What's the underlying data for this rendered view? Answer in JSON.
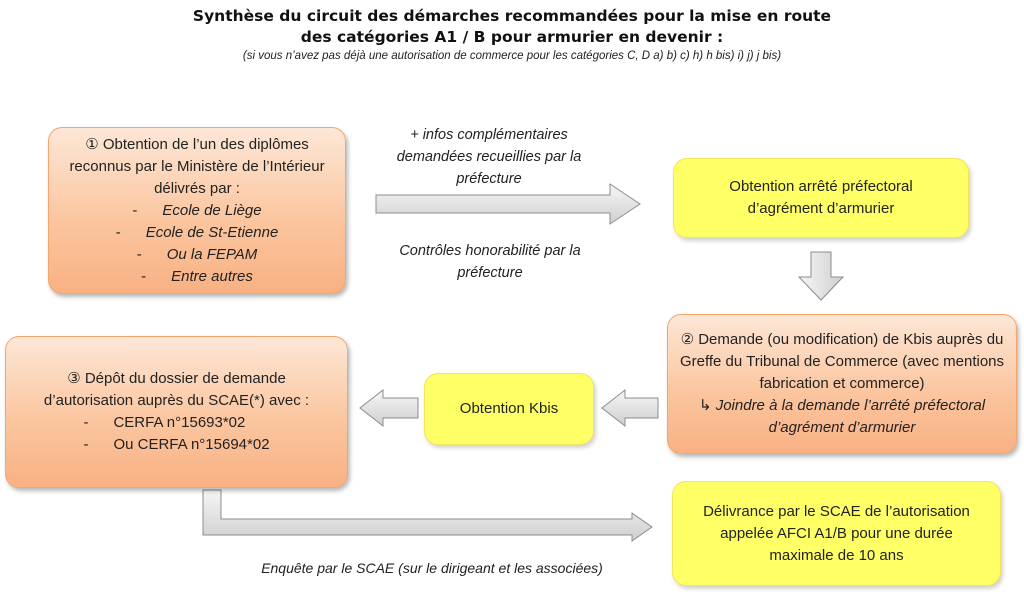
{
  "title": {
    "line1": "Synthèse du circuit des démarches recommandées pour la mise en route",
    "line2": "des catégories A1 / B pour armurier en devenir :",
    "note": "(si vous n’avez pas déjà une autorisation de commerce pour les catégories C, D a) b) c) h) h bis) i) j) j bis)"
  },
  "step1": {
    "heading": "① Obtention de l’un des diplômes reconnus par le Ministère de l’Intérieur délivrés par :",
    "bullet_marker": "-",
    "items": [
      "Ecole de Liège",
      "Ecole de St-Etienne",
      "Ou la FEPAM",
      "Entre autres"
    ]
  },
  "arrow1": {
    "label_above": "+ infos complémentaires demandées recueillies par la préfecture",
    "label_below": "Contrôles honorabilité par la préfecture"
  },
  "arrete": {
    "label": "Obtention arrêté préfectoral d’agrément d’armurier"
  },
  "step2": {
    "heading": "② Demande (ou modification) de Kbis auprès du Greffe du Tribunal de Commerce (avec mentions fabrication et commerce)",
    "note_icon": "↳",
    "note": "Joindre à la demande l’arrêté préfectoral d’agrément d’armurier"
  },
  "kbis": {
    "label": "Obtention Kbis"
  },
  "step3": {
    "heading": "③ Dépôt du dossier de demande d’autorisation auprès du SCAE(*) avec :",
    "bullet_marker": "-",
    "items": [
      "CERFA n°15693*02",
      "Ou CERFA n°15694*02"
    ]
  },
  "delivrance": {
    "label": "Délivrance par le SCAE de l’autorisation appelée AFCI A1/B pour une durée maximale de 10 ans"
  },
  "enquete": {
    "label": "Enquête par le SCAE (sur le dirigeant et les associées)"
  },
  "colors": {
    "orange_fill": "#fbc6a0",
    "orange_border": "#f2a56c",
    "yellow_fill": "#ffff66",
    "arrow_fill": "#d9d9d9",
    "arrow_stroke": "#8c8c8c"
  }
}
